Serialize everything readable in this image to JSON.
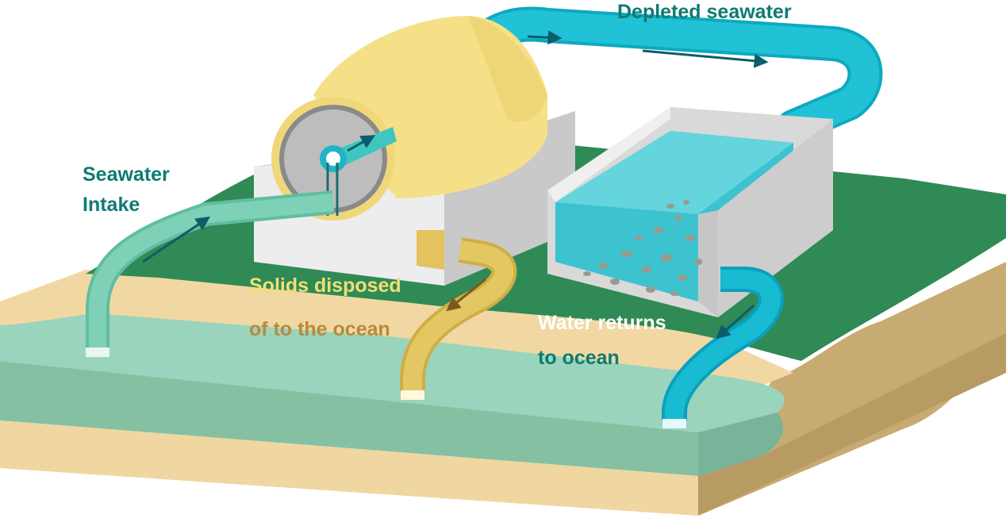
{
  "labels": {
    "depleted": "Depleted seawater",
    "intake_line1": "Seawater",
    "intake_line2": "Intake",
    "solids_line1": "Solids disposed",
    "solids_line2": "of to the ocean",
    "water_line1": "Water returns",
    "water_line2": "to ocean"
  },
  "colors": {
    "label_teal": "#0e7a74",
    "label_yellow": "#f1df74",
    "label_tan": "#b68a3f",
    "label_cyan": "#9fe0ea",
    "label_white": "#ffffff",
    "ground_green": "#2f8a55",
    "sand": "#f1d8a3",
    "sand_side": "#c8ab73",
    "sea": "#8fcdb3",
    "pipe_intake": "#70c7ab",
    "pipe_solids": "#e2c763",
    "pipe_water": "#19bbd2",
    "drum_yellow": "#f5e088",
    "tank_gray": "#e2e2e2",
    "tank_water": "#34c3cf"
  }
}
